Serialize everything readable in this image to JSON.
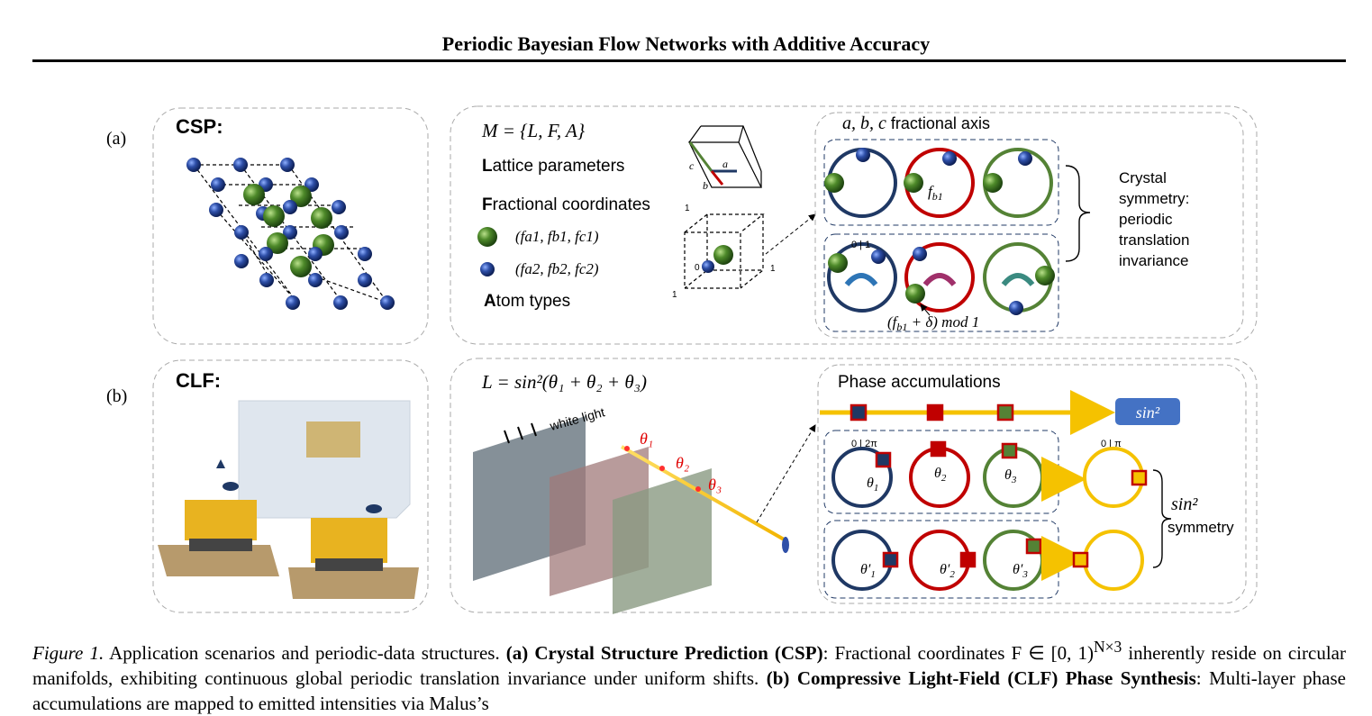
{
  "header": {
    "title": "Periodic Bayesian Flow Networks with Additive Accuracy"
  },
  "panel_a": {
    "tag": "(a)",
    "title": "CSP:",
    "formula": "M = {L, F, A}",
    "lattice_rest": "attice parameters",
    "lattice_first": "L",
    "frac_first": "F",
    "frac_rest": "ractional coordinates",
    "coord1": "(f",
    "coord1_sub": "a1",
    "coord1_full": "(fa1, fb1, fc1)",
    "coord2_full": "(fa2, fb2, fc2)",
    "atom_first": "A",
    "atom_rest": "tom types",
    "axis_title_italic": "a, b, c",
    "axis_title_rest": " fractional axis",
    "axis_a": "a",
    "axis_b": "b",
    "axis_c": "c",
    "cube_1a": "1",
    "cube_0": "0",
    "cube_1b": "1",
    "cube_1c": "1",
    "f_b1": "f",
    "f_b1_sub": "b1",
    "label_01": "0 | 1",
    "shift_expr": "(f",
    "shift_sub": "b1",
    "shift_rest": " + δ) mod 1",
    "symmetry_lines": [
      "Crystal",
      "symmetry:",
      "periodic",
      "translation",
      "invariance"
    ]
  },
  "panel_b": {
    "tag": "(b)",
    "title": "CLF:",
    "formula": "L = sin²(θ₁ + θ₂ + θ₃)",
    "white_light": "white light",
    "theta1": "θ₁",
    "theta2": "θ₂",
    "theta3": "θ₃",
    "phase_title": "Phase accumulations",
    "sin2_badge": "sin²",
    "label_02pi": "0 | 2π",
    "label_0pi": "0 | π",
    "th1": "θ",
    "th1_sub": "1",
    "th2": "θ",
    "th2_sub": "2",
    "th3": "θ",
    "th3_sub": "3",
    "th1p": "θ′",
    "th1p_sub": "1",
    "th2p": "θ′",
    "th2p_sub": "2",
    "th3p": "θ′",
    "th3p_sub": "3",
    "sym_sin2": "sin²",
    "sym_word": "symmetry"
  },
  "caption": {
    "fig_label": "Figure 1.",
    "text1": " Application scenarios and periodic-data structures. ",
    "a_label": "(a) Crystal Structure Prediction (CSP)",
    "text2": ": Fractional coordinates F ∈ [0, 1)",
    "sup": "N×3",
    "text3": " inherently reside on circular manifolds, exhibiting continuous global periodic translation invariance under uniform shifts. ",
    "b_label": "(b) Compressive Light-Field (CLF) Phase Synthesis",
    "text4": ": Multi-layer phase accumulations are mapped to emitted intensities via Malus’s"
  },
  "colors": {
    "navy": "#1f3864",
    "red": "#c00000",
    "green": "#548235",
    "gold": "#f5c200",
    "blue_atom": "#2e4fa8"
  }
}
